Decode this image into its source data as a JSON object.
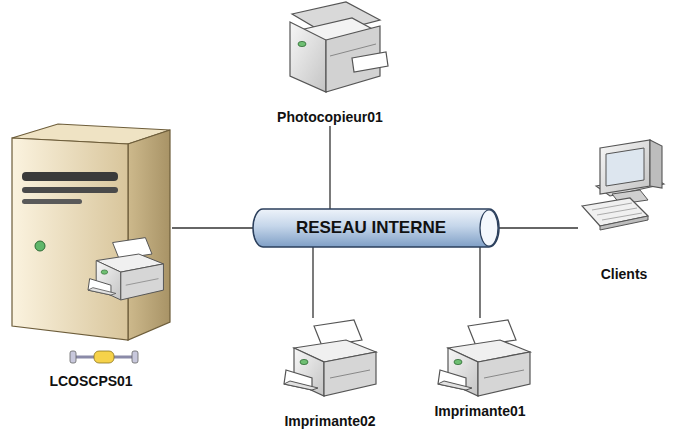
{
  "diagram": {
    "nodes": [
      {
        "text": [
          "Photocopieur01"
        ]
      },
      {
        "text": [
          "RESEAU INTERNE"
        ]
      },
      {
        "text": [
          "Clients"
        ]
      },
      {
        "text": [
          "LCOSCPS01"
        ]
      },
      {
        "text": [
          "Imprimante02"
        ]
      },
      {
        "text": [
          "Imprimante01"
        ]
      }
    ],
    "edges": [
      {
        "from": 0,
        "to": 1,
        "arrow": "none"
      },
      {
        "from": 2,
        "to": 1,
        "arrow": "none"
      },
      {
        "from": 3,
        "to": 1,
        "arrow": "none"
      },
      {
        "from": 4,
        "to": 1,
        "arrow": "none"
      },
      {
        "from": 5,
        "to": 1,
        "arrow": "none"
      }
    ]
  }
}
